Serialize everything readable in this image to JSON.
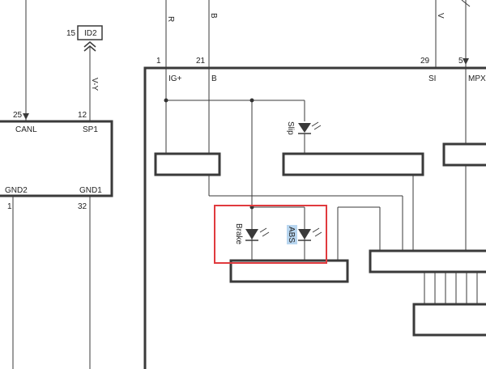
{
  "wires_top": {
    "r": "R",
    "b": "B",
    "v": "V"
  },
  "pins": {
    "p1": "1",
    "p21": "21",
    "p29": "29",
    "p5": "5",
    "p25": "25",
    "p12": "12",
    "p15": "15",
    "p1b": "1",
    "p32": "32"
  },
  "connector": {
    "label": "ID2",
    "wire_label": "V-Y"
  },
  "ecu_pins": {
    "ig": "IG+",
    "b": "B",
    "si": "SI",
    "mpx": "MPX"
  },
  "left_module": {
    "canl": "CANL",
    "sp1": "SP1",
    "gnd2": "GND2",
    "gnd1": "GND1"
  },
  "leds": {
    "slip": "Slip",
    "brake": "Brake",
    "abs": "ABS"
  },
  "colors": {
    "line": "#3a3a3a",
    "highlight": "#e03a3e",
    "abs_bg": "#b8d6f0"
  }
}
